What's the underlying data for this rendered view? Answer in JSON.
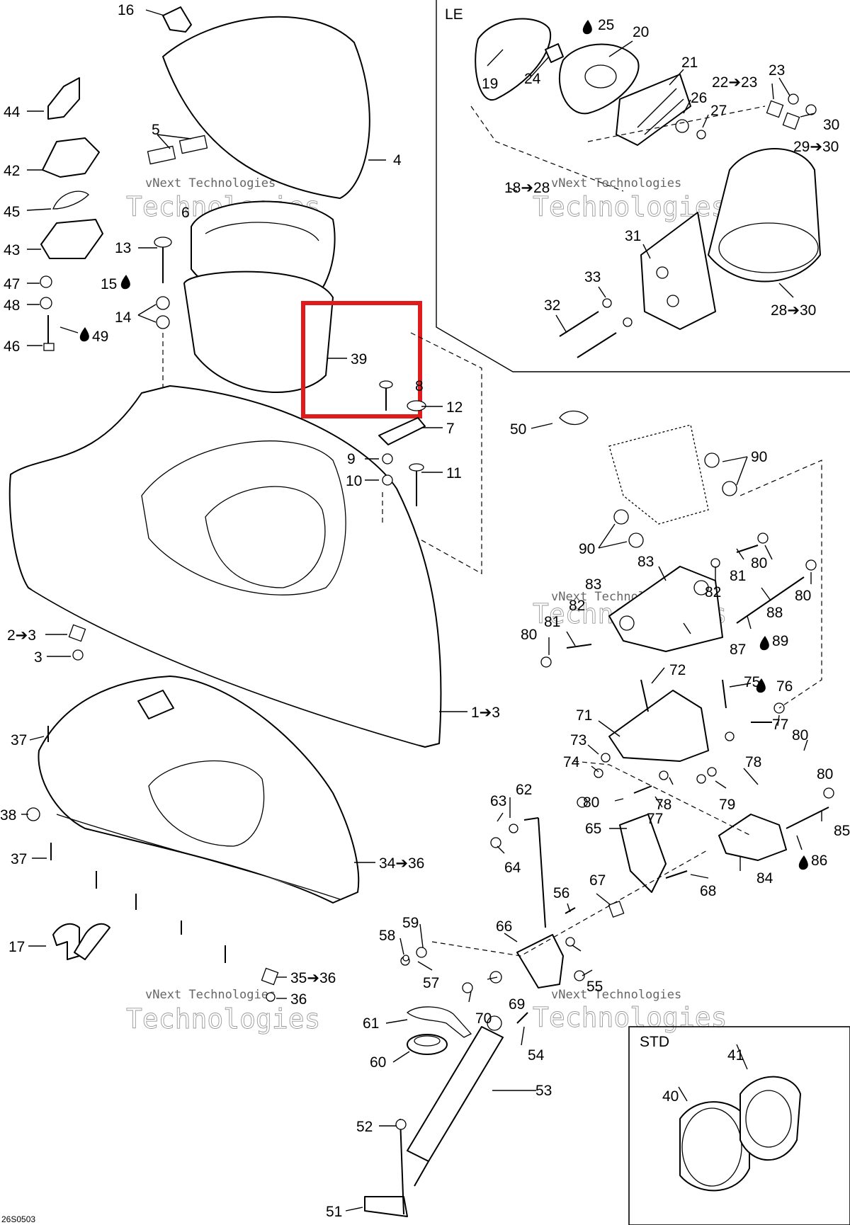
{
  "diagram_code": "26S0503",
  "insets": {
    "le_label": "LE",
    "std_label": "STD"
  },
  "watermark": {
    "line1": "vNext Technologies",
    "line2": "Technologies"
  },
  "highlight": {
    "color": "#e01b1b",
    "label": "39"
  },
  "callouts": {
    "c1": "1➔3",
    "c2": "2➔3",
    "c3": "3",
    "c4": "4",
    "c5": "5",
    "c6": "6",
    "c7": "7",
    "c9": "9",
    "c10": "10",
    "c11": "11",
    "c12": "12",
    "c13": "13",
    "c14": "14",
    "c15": "15",
    "c16": "16",
    "c17": "17",
    "c18": "18➔28",
    "c19": "19",
    "c20": "20",
    "c21": "21",
    "c22": "22➔23",
    "c23": "23",
    "c24": "24",
    "c25": "25",
    "c26": "26",
    "c27": "27",
    "c28": "28➔30",
    "c29": "29➔30",
    "c30": "30",
    "c31": "31",
    "c32": "32",
    "c33": "33",
    "c34": "34➔36",
    "c35": "35➔36",
    "c36": "36",
    "c37a": "37",
    "c37b": "37",
    "c38": "38",
    "c39": "39",
    "c40": "40",
    "c41": "41",
    "c42": "42",
    "c43": "43",
    "c44": "44",
    "c45": "45",
    "c46": "46",
    "c47": "47",
    "c48": "48",
    "c49": "49",
    "c50": "50",
    "c51": "51",
    "c52": "52",
    "c53": "53",
    "c54": "54",
    "c55": "55",
    "c56": "56",
    "c57": "57",
    "c58": "58",
    "c59": "59",
    "c60": "60",
    "c61": "61",
    "c62": "62",
    "c63": "63",
    "c64": "64",
    "c65": "65",
    "c66": "66",
    "c67": "67",
    "c68": "68",
    "c69": "69",
    "c70": "70",
    "c71": "71",
    "c72": "72",
    "c73": "73",
    "c74": "74",
    "c75": "75",
    "c76": "76",
    "c77a": "77",
    "c77b": "77",
    "c78a": "78",
    "c78b": "78",
    "c79": "79",
    "c80a": "80",
    "c80b": "80",
    "c80c": "80",
    "c80d": "80",
    "c80e": "80",
    "c80f": "80",
    "c81a": "81",
    "c81b": "81",
    "c82a": "82",
    "c82b": "82",
    "c83a": "83",
    "c83b": "83",
    "c84": "84",
    "c85": "85",
    "c86": "86",
    "c87": "87",
    "c88": "88",
    "c89": "89",
    "c90a": "90",
    "c90b": "90",
    "c8": "8"
  }
}
